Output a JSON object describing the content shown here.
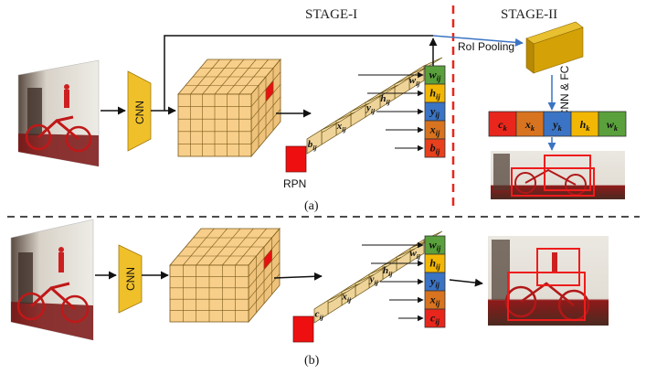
{
  "stage1_label": "STAGE-I",
  "stage2_label": "STAGE-II",
  "cnn_label": "CNN",
  "rpn_label": "RPN",
  "roi_pooling_label": "RoI Pooling",
  "cnn_fc_label": "CNN & FC",
  "caption_a": "(a)",
  "caption_b": "(b)",
  "top_outputs": [
    {
      "base": "w",
      "sub": "ij",
      "color": "#5aa03c"
    },
    {
      "base": "h",
      "sub": "ij",
      "color": "#f2b705"
    },
    {
      "base": "y",
      "sub": "ij",
      "color": "#3b74c4"
    },
    {
      "base": "x",
      "sub": "ij",
      "color": "#d8731f"
    },
    {
      "base": "b",
      "sub": "ij",
      "color": "#e8401c"
    }
  ],
  "top_strip_labels": [
    {
      "base": "w",
      "sub": "ij"
    },
    {
      "base": "h",
      "sub": "ij"
    },
    {
      "base": "y",
      "sub": "ij"
    },
    {
      "base": "x",
      "sub": "ij"
    },
    {
      "base": "b",
      "sub": "ij"
    }
  ],
  "stage2_outputs": [
    {
      "base": "c",
      "sub": "k",
      "color": "#e8261c"
    },
    {
      "base": "x",
      "sub": "k",
      "color": "#d8731f"
    },
    {
      "base": "y",
      "sub": "k",
      "color": "#3b74c4"
    },
    {
      "base": "h",
      "sub": "k",
      "color": "#f2b705"
    },
    {
      "base": "w",
      "sub": "k",
      "color": "#5aa03c"
    }
  ],
  "bottom_outputs": [
    {
      "base": "w",
      "sub": "ij",
      "color": "#5aa03c"
    },
    {
      "base": "h",
      "sub": "ij",
      "color": "#f2b705"
    },
    {
      "base": "y",
      "sub": "ij",
      "color": "#3b74c4"
    },
    {
      "base": "x",
      "sub": "ij",
      "color": "#d8731f"
    },
    {
      "base": "c",
      "sub": "ij",
      "color": "#e8261c"
    }
  ],
  "bottom_strip_labels": [
    {
      "base": "w",
      "sub": "ij"
    },
    {
      "base": "h",
      "sub": "ij"
    },
    {
      "base": "y",
      "sub": "ij"
    },
    {
      "base": "x",
      "sub": "ij"
    },
    {
      "base": "c",
      "sub": "ij"
    }
  ],
  "colors": {
    "grid_fill": "#f8cf8a",
    "grid_line": "#7a5a1a",
    "strip_fill": "#efd49a",
    "cnn_fill": "#f0c02a",
    "roi_fill": "#d4a106",
    "divider_red": "#e8261c",
    "arrow_blue": "#3b74c4",
    "box_red": "#ee1c1c"
  }
}
